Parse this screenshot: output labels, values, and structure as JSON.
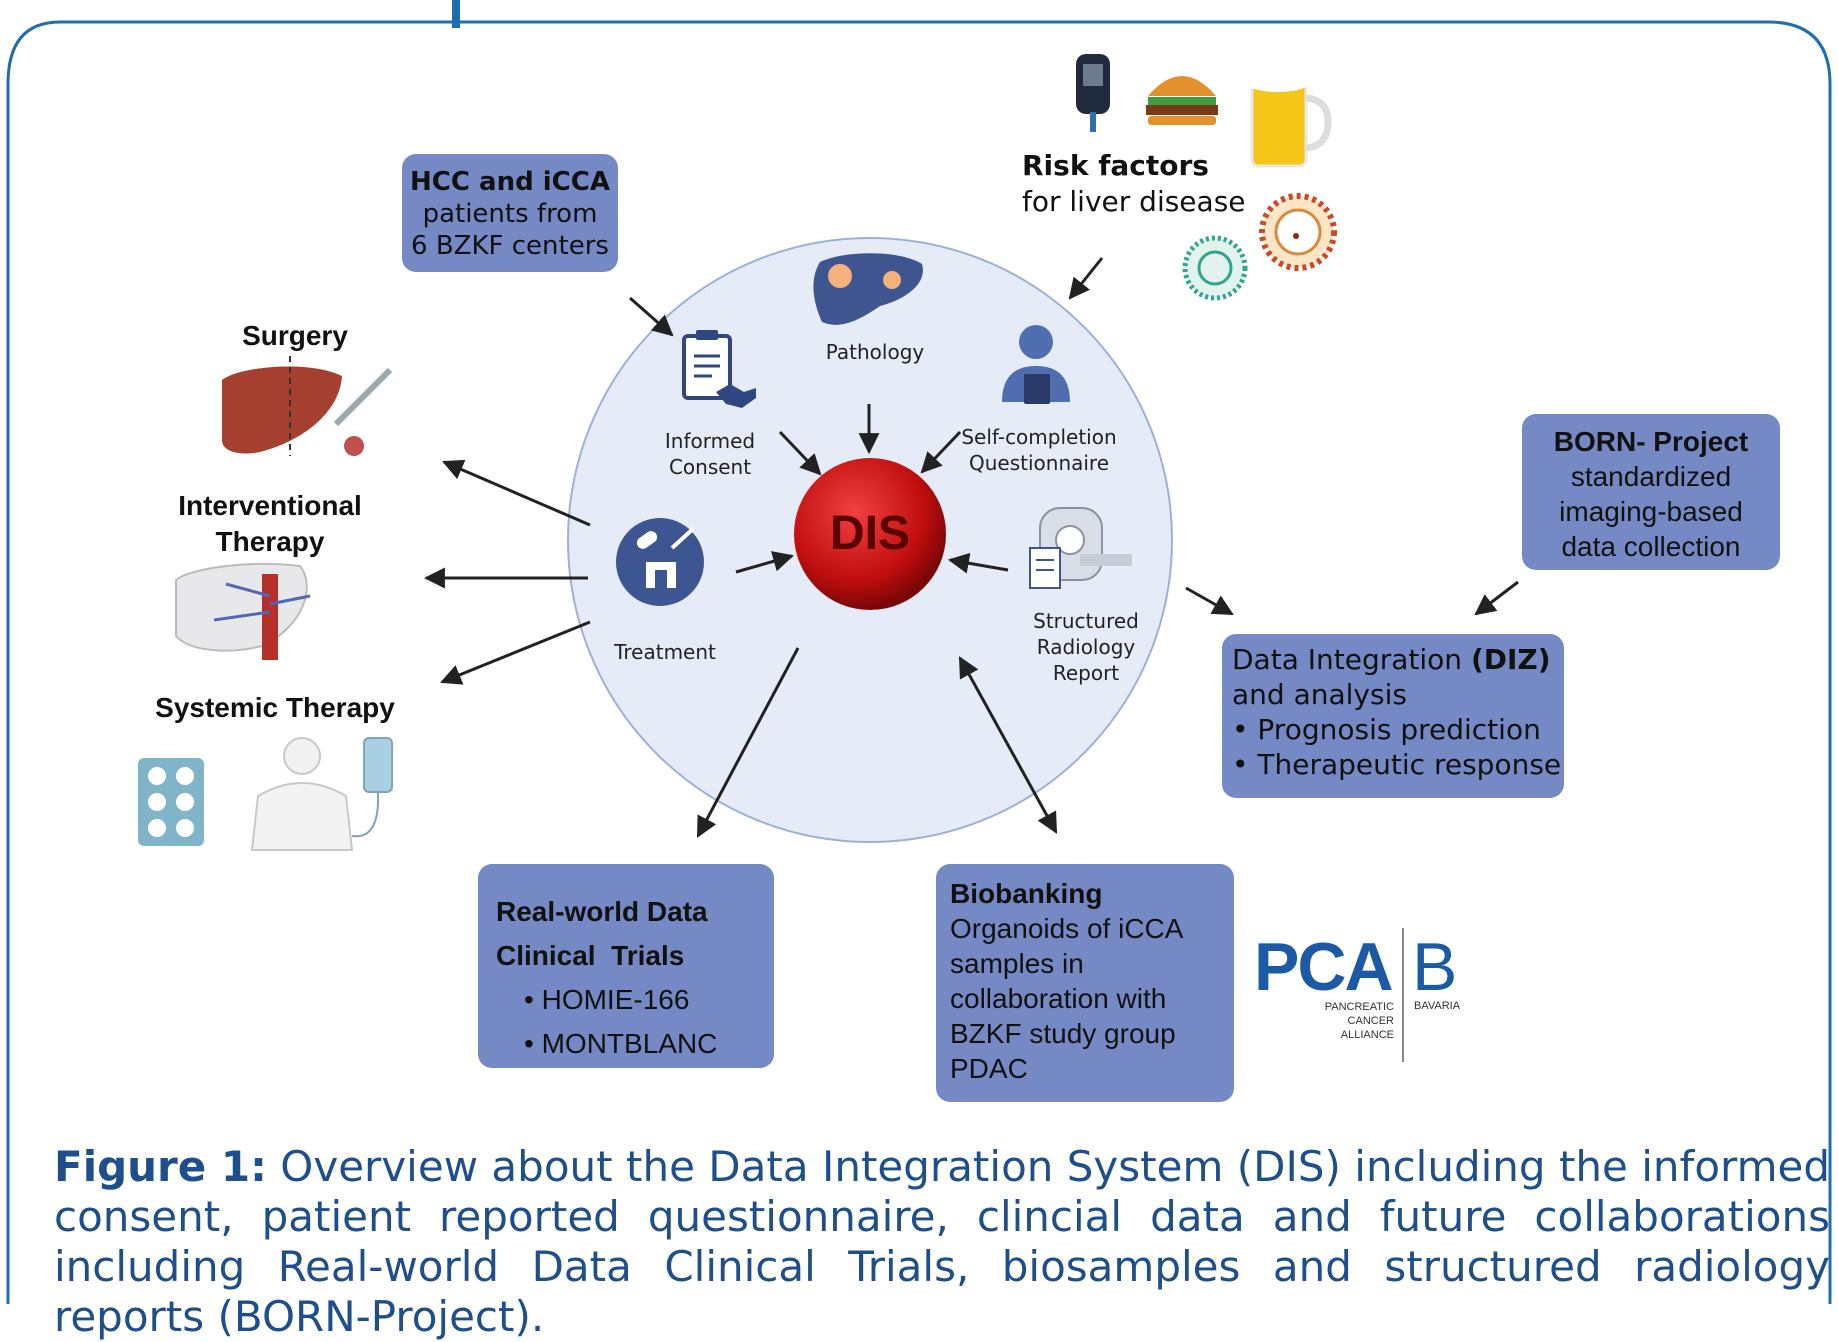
{
  "diagram": {
    "center": {
      "label": "DIS"
    },
    "nodes": {
      "informed_consent": {
        "line1": "Informed",
        "line2": "Consent"
      },
      "pathology": {
        "label": "Pathology"
      },
      "questionnaire": {
        "line1": "Self-completion",
        "line2": "Questionnaire"
      },
      "treatment": {
        "label": "Treatment"
      },
      "radiology": {
        "line1": "Structured",
        "line2": "Radiology",
        "line3": "Report"
      }
    },
    "risk": {
      "title": "Risk factors",
      "subtitle": "for liver disease"
    },
    "patients_box": {
      "title": "HCC and iCCA",
      "line1": "patients from",
      "line2": "6 BZKF centers"
    },
    "treatments": {
      "surgery": "Surgery",
      "interventional": {
        "line1": "Interventional",
        "line2": "Therapy"
      },
      "systemic": "Systemic Therapy"
    },
    "born_box": {
      "title": "BORN- Project",
      "line1": "standardized",
      "line2": "imaging-based",
      "line3": "data collection"
    },
    "diz_box": {
      "line1_prefix": "Data Integration ",
      "line1_bold": "(DIZ)",
      "line2": "and analysis",
      "bullet1": "• Prognosis prediction",
      "bullet2": "• Therapeutic response"
    },
    "rwd_box": {
      "title1": "Real-world Data",
      "title2": "Clinical  Trials",
      "items": [
        "HOMIE-166",
        "MONTBLANC"
      ]
    },
    "biobank_box": {
      "title": "Biobanking",
      "line1": "Organoids of iCCA",
      "line2": "samples in",
      "line3": "collaboration with",
      "line4": "BZKF study group",
      "line5": "PDAC"
    },
    "pca_logo": {
      "mark1": "PCA",
      "mark2": "B",
      "line1": "PANCREATIC",
      "line2": "CANCER",
      "line3": "ALLIANCE",
      "region": "BAVARIA"
    }
  },
  "caption": {
    "label": "Figure 1:",
    "text": " Overview about the Data Integration System (DIS) including the informed consent, patient reported questionnaire, clincial data and future collaborations including Real-world Data Clinical Trials, biosamples and structured radiology reports (BORN-Project)."
  },
  "colors": {
    "box": "#7589c5",
    "frame": "#1f6fb0",
    "dis": "#cc1111",
    "caption": "#1f4e8c",
    "circle": "#e6ecf7"
  }
}
